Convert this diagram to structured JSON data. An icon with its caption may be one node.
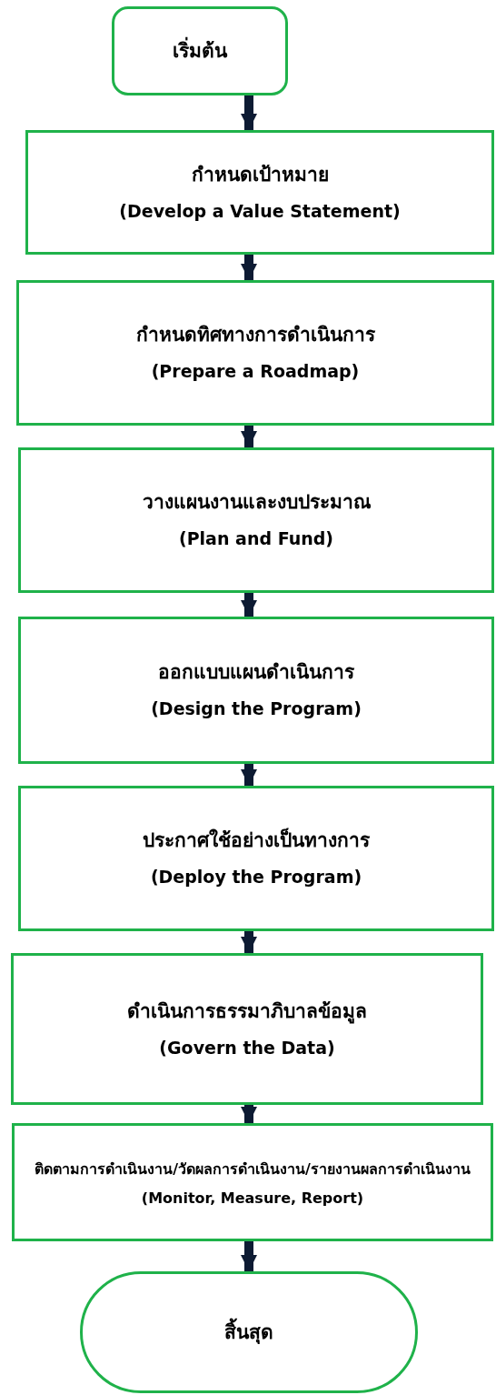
{
  "diagram": {
    "nodes": [
      {
        "text": [
          "เริ่มต้น"
        ]
      },
      {
        "text": [
          "กำหนดเป้าหมาย",
          "(Develop a Value Statement)"
        ]
      },
      {
        "text": [
          "กำหนดทิศทางการดำเนินการ",
          "(Prepare a Roadmap)"
        ]
      },
      {
        "text": [
          "วางแผนงานและงบประมาณ",
          "(Plan and Fund)"
        ]
      },
      {
        "text": [
          "ออกแบบแผนดำเนินการ",
          "(Design the Program)"
        ]
      },
      {
        "text": [
          "ประกาศใช้อย่างเป็นทางการ",
          "(Deploy the Program)"
        ]
      },
      {
        "text": [
          "ดำเนินการธรรมาภิบาลข้อมูล",
          "(Govern the Data)"
        ]
      },
      {
        "text": [
          "ติดตามการดำเนินงาน/วัดผลการดำเนินงาน/รายงานผลการดำเนินงาน",
          "(Monitor, Measure, Report)"
        ]
      },
      {
        "text": [
          "สิ้นสุด"
        ]
      }
    ],
    "edges": [
      {
        "from": 0,
        "to": 1,
        "arrow": "to"
      },
      {
        "from": 1,
        "to": 2,
        "arrow": "to"
      },
      {
        "from": 2,
        "to": 3,
        "arrow": "to"
      },
      {
        "from": 3,
        "to": 4,
        "arrow": "to"
      },
      {
        "from": 4,
        "to": 5,
        "arrow": "to"
      },
      {
        "from": 5,
        "to": 6,
        "arrow": "to"
      },
      {
        "from": 6,
        "to": 7,
        "arrow": "to"
      },
      {
        "from": 7,
        "to": 8,
        "arrow": "to"
      }
    ]
  }
}
